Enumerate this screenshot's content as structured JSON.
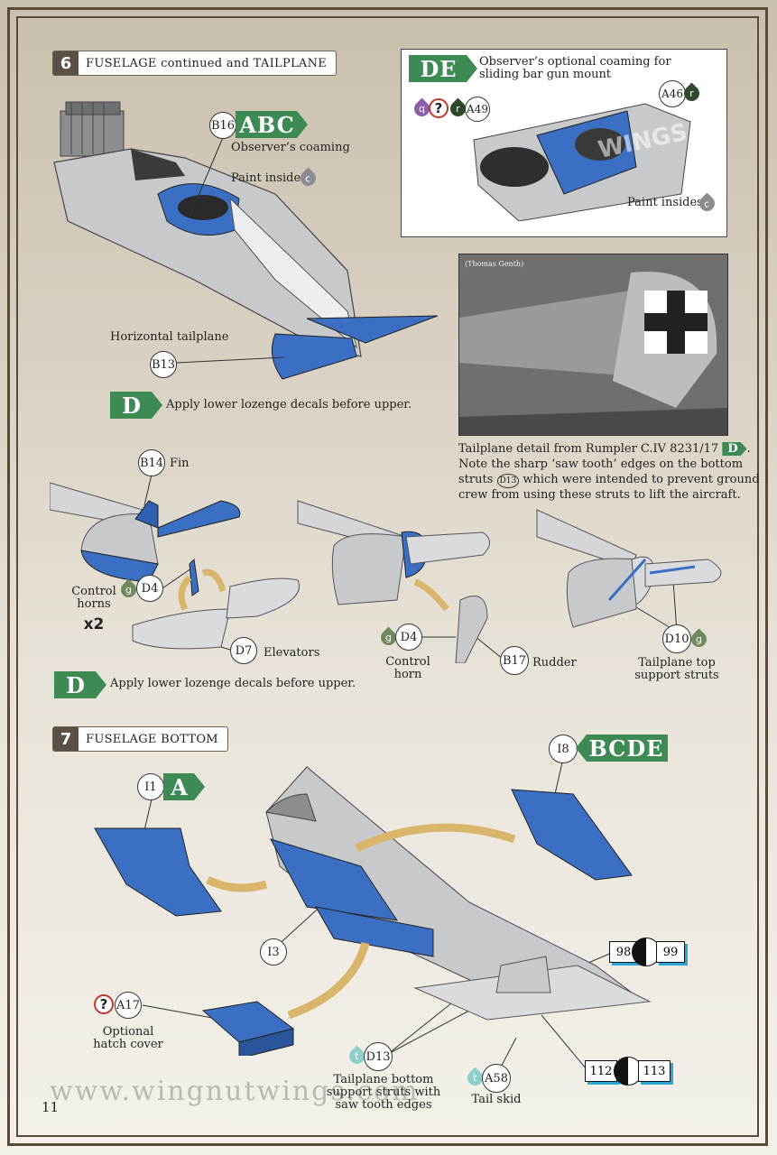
{
  "page_number": "11",
  "footer_url": "www.wingnutwings.com",
  "colors": {
    "highlight_blue": "#3a6fc4",
    "grey_part": "#c7c9cc",
    "decal_green": "#3d8a55",
    "frame": "#5a4a38"
  },
  "step6": {
    "number": "6",
    "title": "FUSELAGE continued and TAILPLANE",
    "b16": {
      "part": "B16",
      "variants": "ABC",
      "label": "Observer’s coaming",
      "paint_label": "Paint insides",
      "paint_code": "c"
    },
    "b13": {
      "part": "B13",
      "label": "Horizontal tailplane"
    },
    "note1": {
      "variant": "D",
      "text": "Apply lower lozenge decals before upper."
    },
    "de_box": {
      "variants": "DE",
      "title_line1": "Observer’s optional coaming for",
      "title_line2": "sliding bar gun mount",
      "a49": {
        "part": "A49",
        "paint_codes": [
          "q",
          "?",
          "r"
        ]
      },
      "a46": {
        "part": "A46",
        "paint_code": "r"
      },
      "paint_label": "Paint insides",
      "paint_code": "c"
    },
    "photo": {
      "credit": "(Thomas Genth)",
      "caption_line1": "Tailplane detail from Rumpler C.IV 8231/17",
      "caption_variant": "D",
      "caption_line2": "Note the sharp ‘saw tooth’ edges on the bottom",
      "caption_line3a": "struts",
      "caption_ref": "D13",
      "caption_line3b": "which were intended to prevent ground",
      "caption_line4": "crew from using these struts to lift the aircraft."
    },
    "b14": {
      "part": "B14",
      "label": "Fin"
    },
    "d4_left": {
      "part": "D4",
      "paint_code": "g"
    },
    "control_horns": {
      "line1": "Control",
      "line2": "horns",
      "qty": "x2"
    },
    "d7": {
      "part": "D7",
      "label": "Elevators"
    },
    "note2": {
      "variant": "D",
      "text": "Apply lower lozenge decals before upper."
    },
    "d4_mid": {
      "part": "D4",
      "paint_code": "g",
      "line1": "Control",
      "line2": "horn"
    },
    "b17": {
      "part": "B17",
      "label": "Rudder"
    },
    "d10": {
      "part": "D10",
      "paint_code": "g",
      "line1": "Tailplane top",
      "line2": "support struts"
    }
  },
  "step7": {
    "number": "7",
    "title": "FUSELAGE BOTTOM",
    "i1": {
      "part": "I1",
      "variants": "A"
    },
    "i8": {
      "part": "I8",
      "variants": "BCDE"
    },
    "i3": {
      "part": "I3"
    },
    "a17": {
      "part": "A17",
      "paint_code": "?",
      "line1": "Optional",
      "line2": "hatch cover"
    },
    "d13": {
      "part": "D13",
      "paint_code": "t",
      "line1": "Tailplane bottom",
      "line2": "support struts with",
      "line3": "saw tooth edges"
    },
    "a58": {
      "part": "A58",
      "paint_code": "t",
      "label": "Tail skid"
    },
    "decals_top": [
      "98",
      "99"
    ],
    "decals_bottom": [
      "112",
      "113"
    ]
  }
}
